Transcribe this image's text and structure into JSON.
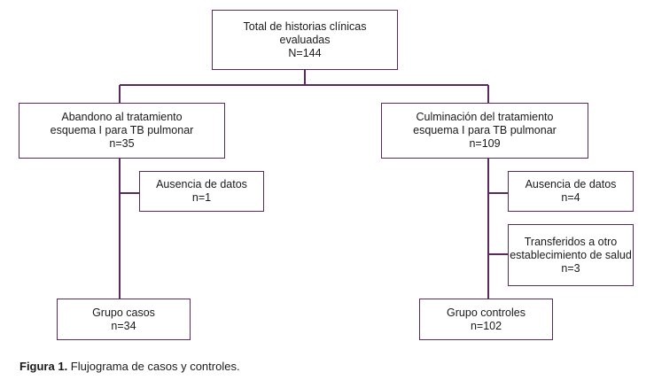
{
  "diagram": {
    "root": {
      "line1": "Total de historias clínicas",
      "line2": "evaluadas",
      "count": "N=144"
    },
    "left_branch": {
      "line1": "Abandono al tratamiento",
      "line2": "esquema I para TB pulmonar",
      "count": "n=35",
      "exclusion": {
        "line1": "Ausencia de datos",
        "count": "n=1"
      },
      "result": {
        "line1": "Grupo casos",
        "count": "n=34"
      }
    },
    "right_branch": {
      "line1": "Culminación del tratamiento",
      "line2": "esquema I para TB pulmonar",
      "count": "n=109",
      "exclusion_1": {
        "line1": "Ausencia de datos",
        "count": "n=4"
      },
      "exclusion_2": {
        "line1": "Transferidos a otro",
        "line2": "establecimiento de salud",
        "count": "n=3"
      },
      "result": {
        "line1": "Grupo controles",
        "count": "n=102"
      }
    }
  },
  "caption": {
    "label": "Figura 1.",
    "text": " Flujograma de casos y controles."
  },
  "colors": {
    "border": "#5b2a5c",
    "connector": "#5b2a5c"
  }
}
